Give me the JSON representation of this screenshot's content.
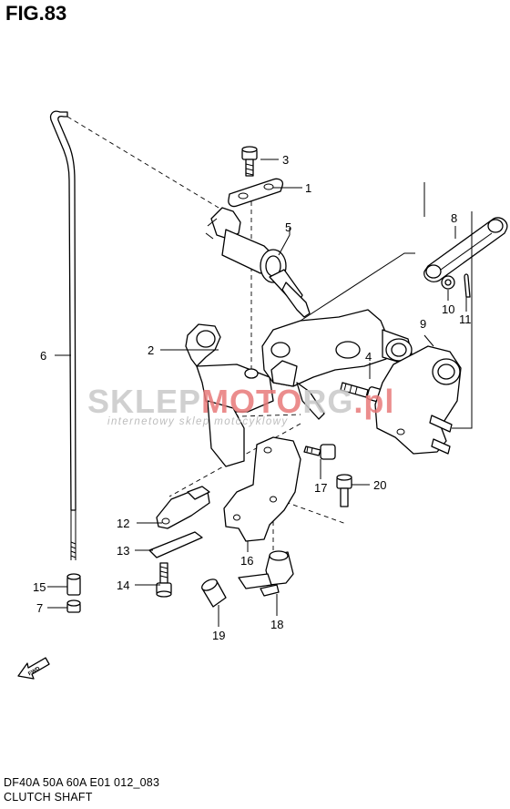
{
  "figure": {
    "title": "FIG.83",
    "footer_code": "DF40A 50A 60A E01 012_083",
    "footer_name": "CLUTCH SHAFT"
  },
  "watermark": {
    "brand_grey_1": "SKLEP",
    "brand_red": "MOTO",
    "brand_grey_2": "RG",
    "brand_red_tld": ".pl",
    "tagline": "internetowy sklep motocyklowy"
  },
  "fwd_arrow": {
    "label": "FWD"
  },
  "callouts": [
    {
      "id": "1",
      "label": "1"
    },
    {
      "id": "2",
      "label": "2"
    },
    {
      "id": "3",
      "label": "3"
    },
    {
      "id": "4",
      "label": "4"
    },
    {
      "id": "5",
      "label": "5"
    },
    {
      "id": "6",
      "label": "6"
    },
    {
      "id": "7",
      "label": "7"
    },
    {
      "id": "8",
      "label": "8"
    },
    {
      "id": "9",
      "label": "9"
    },
    {
      "id": "10",
      "label": "10"
    },
    {
      "id": "11",
      "label": "11"
    },
    {
      "id": "12",
      "label": "12"
    },
    {
      "id": "13",
      "label": "13"
    },
    {
      "id": "14",
      "label": "14"
    },
    {
      "id": "15",
      "label": "15"
    },
    {
      "id": "16",
      "label": "16"
    },
    {
      "id": "17",
      "label": "17"
    },
    {
      "id": "18",
      "label": "18"
    },
    {
      "id": "19",
      "label": "19"
    },
    {
      "id": "20",
      "label": "20"
    }
  ],
  "colors": {
    "line": "#000000",
    "background": "#ffffff",
    "watermark_red": "#e87a7a",
    "watermark_grey": "#c8c8c8"
  }
}
